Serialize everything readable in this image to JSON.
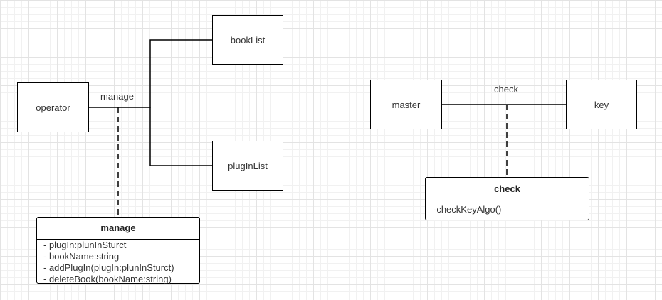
{
  "nodes": {
    "operator": "operator",
    "booklist": "bookList",
    "pluginlist": "plugInList",
    "master": "master",
    "key": "key"
  },
  "edge_labels": {
    "manage": "manage",
    "check": "check"
  },
  "manage_class": {
    "title": "manage",
    "attributes": [
      "- plugIn:plunInSturct",
      "- bookName:string"
    ],
    "methods": [
      "- addPlugIn(plugIn:plunInSturct)",
      "- deleteBook(bookName:string)"
    ]
  },
  "check_class": {
    "title": "check",
    "methods": [
      "-checkKeyAlgo()"
    ]
  },
  "colors": {
    "stroke": "#000000",
    "text": "#333333",
    "background": "#ffffff",
    "grid": "#e3e3e3"
  }
}
